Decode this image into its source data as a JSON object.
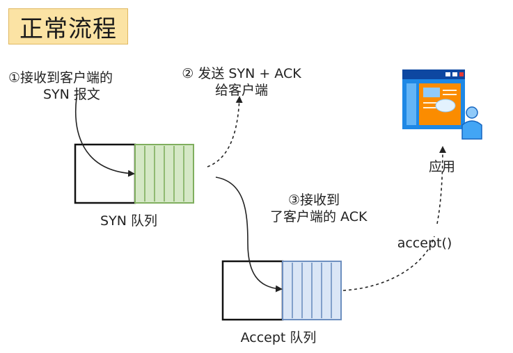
{
  "title": "正常流程",
  "step1": {
    "line1": "①接收到客户端的",
    "line2": "SYN 报文"
  },
  "step2": {
    "line1": "② 发送 SYN + ACK",
    "line2": "给客户端"
  },
  "step3": {
    "line1": "③接收到",
    "line2": "了客户端的 ACK"
  },
  "syn_queue": {
    "label": "SYN 队列",
    "fill_color": "#d5e8c6",
    "stroke_color": "#7fae5e"
  },
  "accept_queue": {
    "label": "Accept 队列",
    "fill_color": "#dae6f6",
    "stroke_color": "#6c8ebf"
  },
  "accept_call": "accept()",
  "app": {
    "label": "应用",
    "icon": "application-window-user-icon"
  }
}
